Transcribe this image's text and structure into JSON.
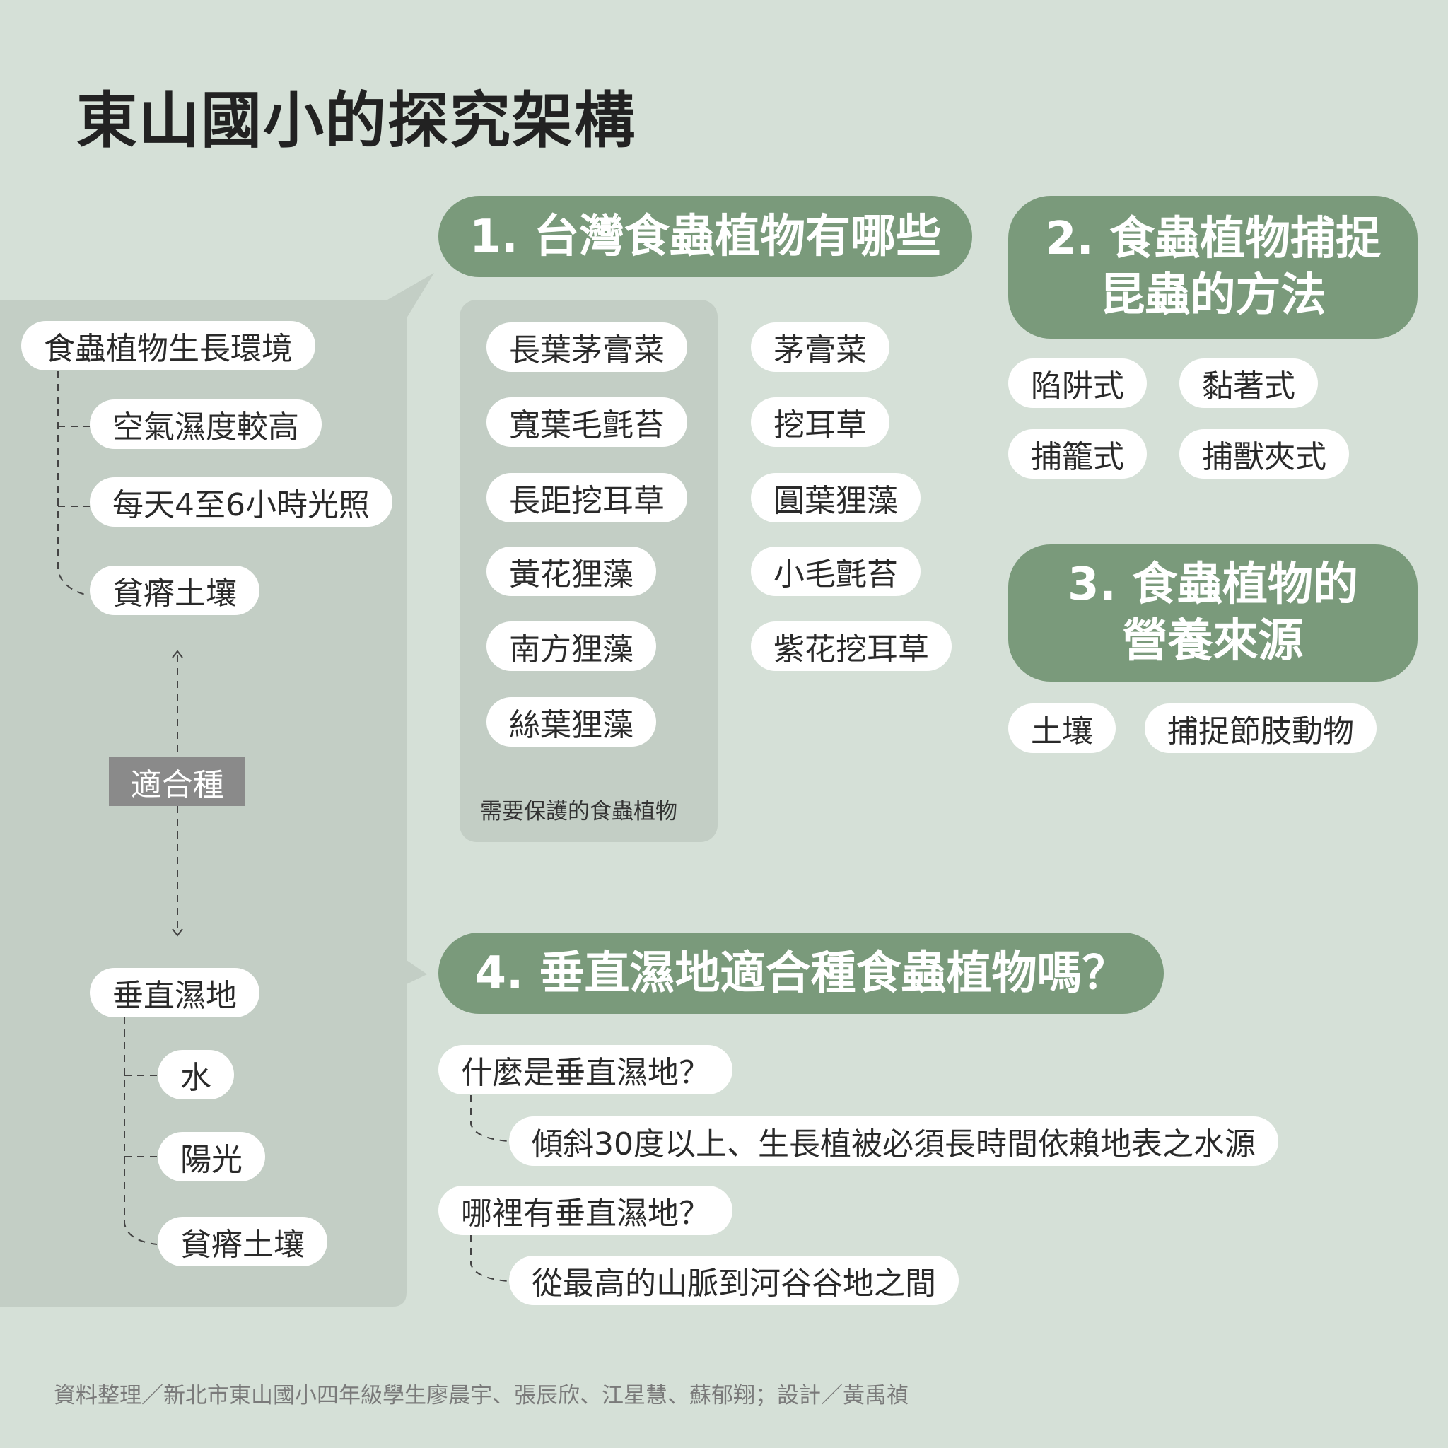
{
  "title": "東山國小的探究架構",
  "left": {
    "env_title": "食蟲植物生長環境",
    "env_items": [
      "空氣濕度較高",
      "每天4至6小時光照",
      "貧瘠土壤"
    ],
    "suitable_label": "適合種",
    "wetland_title": "垂直濕地",
    "wetland_items": [
      "水",
      "陽光",
      "貧瘠土壤"
    ]
  },
  "section1": {
    "header": "1. 台灣食蟲植物有哪些",
    "protected": [
      "長葉茅膏菜",
      "寬葉毛氈苔",
      "長距挖耳草",
      "黃花狸藻",
      "南方狸藻",
      "絲葉狸藻"
    ],
    "protected_label": "需要保護的食蟲植物",
    "others": [
      "茅膏菜",
      "挖耳草",
      "圓葉狸藻",
      "小毛氈苔",
      "紫花挖耳草"
    ]
  },
  "section2": {
    "header_line1": "2. 食蟲植物捕捉",
    "header_line2": "昆蟲的方法",
    "items": [
      "陷阱式",
      "黏著式",
      "捕籠式",
      "捕獸夾式"
    ]
  },
  "section3": {
    "header_line1": "3. 食蟲植物的",
    "header_line2": "營養來源",
    "items": [
      "土壤",
      "捕捉節肢動物"
    ]
  },
  "section4": {
    "header": "4. 垂直濕地適合種食蟲植物嗎？",
    "q1": "什麼是垂直濕地？",
    "a1": "傾斜30度以上、生長植被必須長時間依賴地表之水源",
    "q2": "哪裡有垂直濕地？",
    "a2": "從最高的山脈到河谷谷地之間"
  },
  "footer": "資料整理／新北市東山國小四年級學生廖晨宇、張辰欣、江星慧、蘇郁翔；設計／黃禹禎"
}
